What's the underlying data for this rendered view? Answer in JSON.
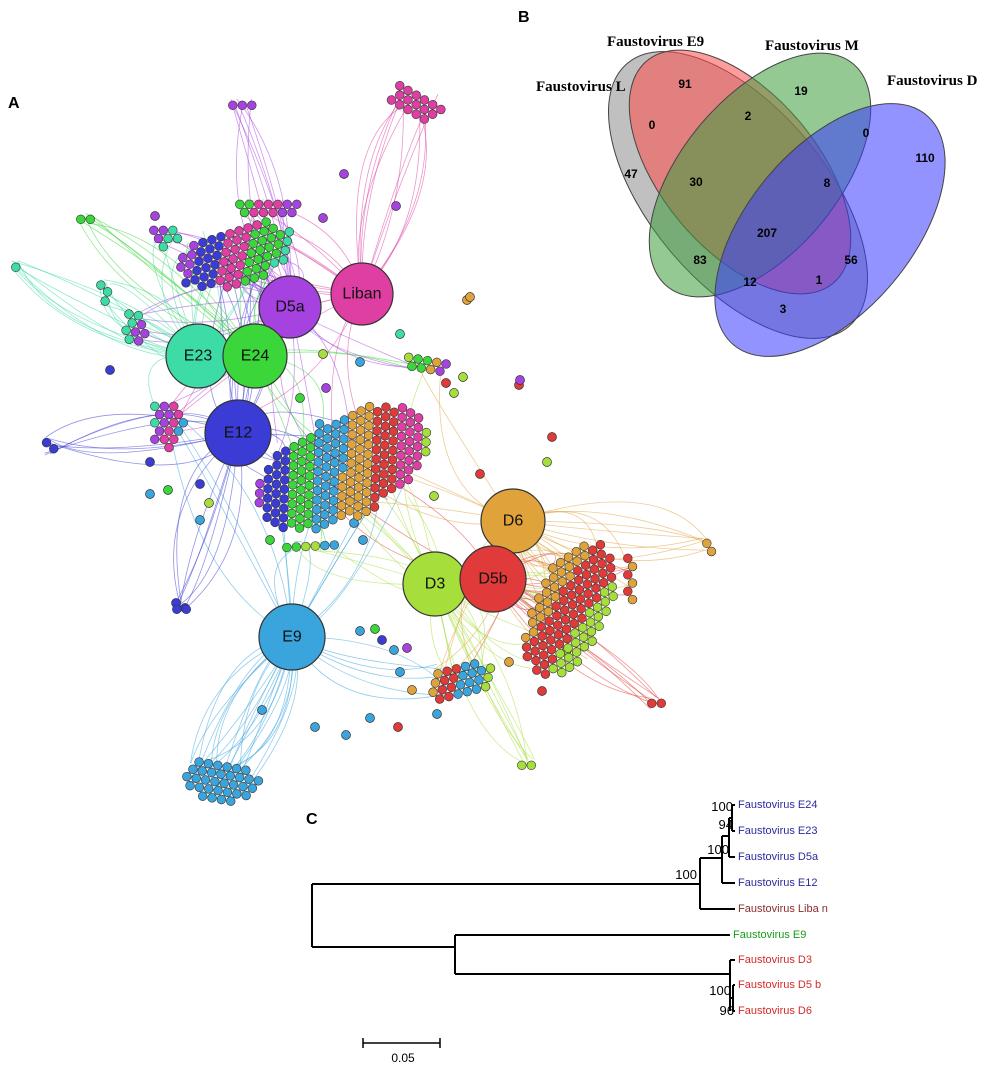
{
  "panels": {
    "a": "A",
    "b": "B",
    "c": "C"
  },
  "colors": {
    "E24": "#3ad63a",
    "E23": "#3ddba6",
    "D5a": "#a642e0",
    "Liban": "#df3fa3",
    "E12": "#3b3bd6",
    "E9": "#3aa4dc",
    "D6": "#e0a33c",
    "D5b": "#e03a3a",
    "D3": "#a6df3c",
    "venn_L": "#8c8c8c",
    "venn_E9": "#ff4a4a",
    "venn_M": "#3c9d3c",
    "venn_D": "#3a3aff",
    "tree_blue": "#2b2b9c",
    "tree_red": "#d42a2a",
    "tree_green": "#1a9c1a",
    "tree_brown": "#8b2b2b"
  },
  "network": {
    "hubs": [
      {
        "id": "D5a",
        "label": "D5a"
      },
      {
        "id": "Liban",
        "label": "Liban"
      },
      {
        "id": "E23",
        "label": "E23"
      },
      {
        "id": "E24",
        "label": "E24"
      },
      {
        "id": "E12",
        "label": "E12"
      },
      {
        "id": "D6",
        "label": "D6"
      },
      {
        "id": "D3",
        "label": "D3"
      },
      {
        "id": "D5b",
        "label": "D5b"
      },
      {
        "id": "E9",
        "label": "E9"
      }
    ]
  },
  "venn": {
    "sets": {
      "L": "Faustovirus L",
      "E9": "Faustovirus E9",
      "M": "Faustovirus M",
      "D": "Faustovirus D"
    },
    "counts": {
      "E9_only": "91",
      "M_only": "19",
      "D_only": "110",
      "L_only": "47",
      "L_E9": "0",
      "E9_M": "2",
      "M_D": "0",
      "L_E9_M": "30",
      "E9_M_D": "8",
      "all": "207",
      "L_M": "83",
      "E9_D": "56",
      "L_M_D": "12",
      "L_E9_D": "1",
      "L_D": "3"
    }
  },
  "tree": {
    "leaves": [
      {
        "label": "Faustovirus E24",
        "color": "tree_blue"
      },
      {
        "label": "Faustovirus E23",
        "color": "tree_blue"
      },
      {
        "label": "Faustovirus D5a",
        "color": "tree_blue"
      },
      {
        "label": "Faustovirus E12",
        "color": "tree_blue"
      },
      {
        "label": "Faustovirus Liba n",
        "color": "tree_brown"
      },
      {
        "label": "Faustovirus E9",
        "color": "tree_green"
      },
      {
        "label": "Faustovirus D3",
        "color": "tree_red"
      },
      {
        "label": "Faustovirus D5 b",
        "color": "tree_red"
      },
      {
        "label": "Faustovirus D6",
        "color": "tree_red"
      }
    ],
    "support": {
      "e24_e23": "100",
      "e23_d5a": "94",
      "d5a_e12": "100",
      "blue_clade": "100",
      "d3_d5b": "100",
      "d5b_d6": "96"
    },
    "scale_bar": "0.05"
  }
}
